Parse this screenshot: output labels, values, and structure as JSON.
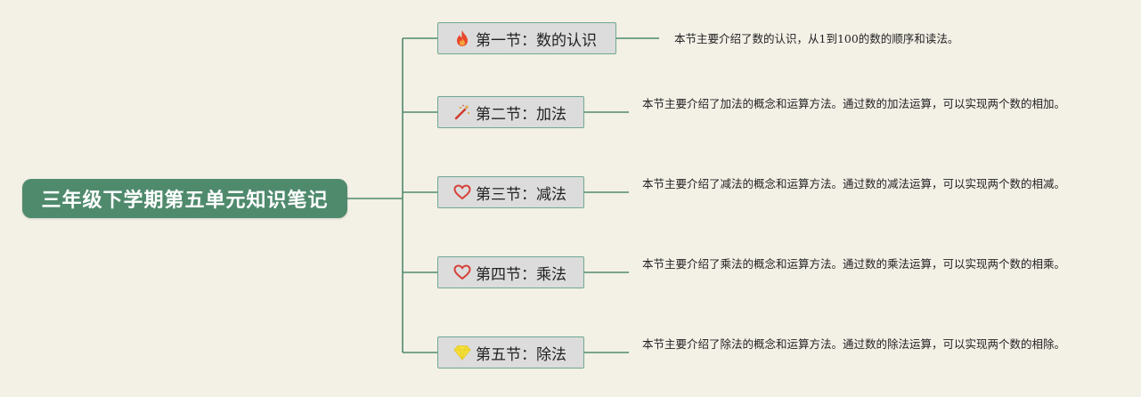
{
  "title": "三年级下学期第五单元知识笔记",
  "sections": [
    {
      "label": "第一节：数的认识",
      "icon": "fire-icon",
      "description": "本节主要介绍了数的认识，从1到100的数的顺序和读法。"
    },
    {
      "label": "第二节：加法",
      "icon": "magic-wand-icon",
      "description": "本节主要介绍了加法的概念和运算方法。通过数的加法运算，可以实现两个数的相加。"
    },
    {
      "label": "第三节：减法",
      "icon": "heart-outline-icon",
      "description": "本节主要介绍了减法的概念和运算方法。通过数的减法运算，可以实现两个数的相减。"
    },
    {
      "label": "第四节：乘法",
      "icon": "heart-outline-icon",
      "description": "本节主要介绍了乘法的概念和运算方法。通过数的乘法运算，可以实现两个数的相乘。"
    },
    {
      "label": "第五节：除法",
      "icon": "diamond-icon",
      "description": "本节主要介绍了除法的概念和运算方法。通过数的除法运算，可以实现两个数的相除。"
    }
  ],
  "colors": {
    "accent": "#4f8a6d",
    "line": "#4f8a6d",
    "node_border": "#6fa891",
    "node_fill": "#dcdcdc",
    "background": "#f3f0e6"
  }
}
